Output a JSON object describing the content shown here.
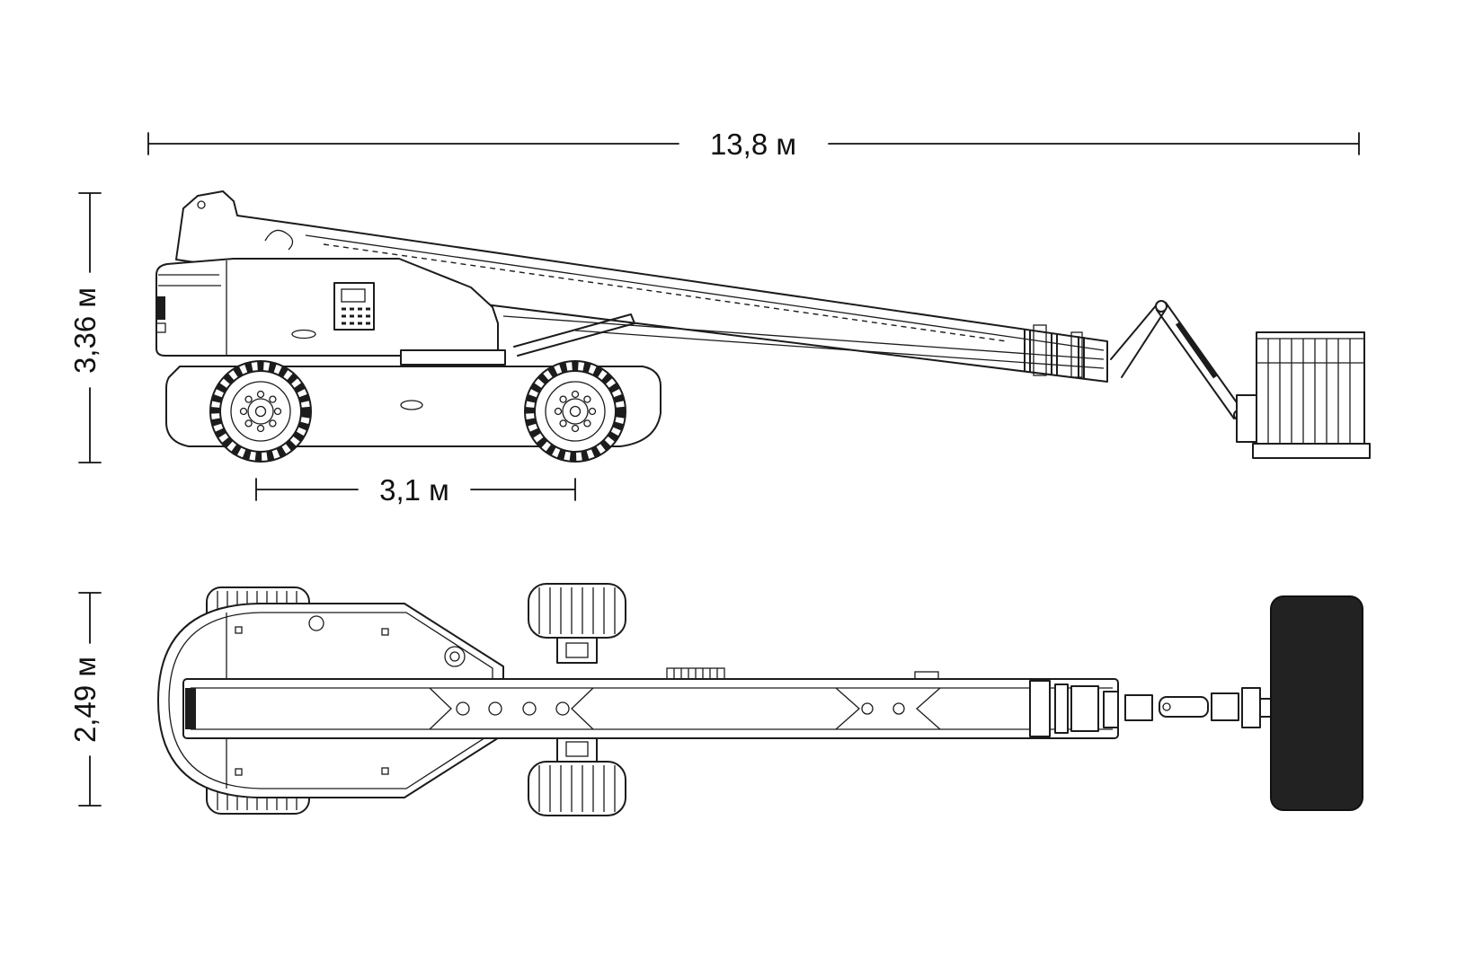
{
  "diagram": {
    "dimensions": {
      "overall_length": {
        "label": "13,8 м"
      },
      "overall_height": {
        "label": "3,36 м"
      },
      "wheelbase": {
        "label": "3,1 м"
      },
      "overall_width": {
        "label": "2,49 м"
      }
    },
    "colors": {
      "line": "#1c1c1c",
      "background": "#ffffff",
      "basket_fill": "#222222"
    }
  }
}
